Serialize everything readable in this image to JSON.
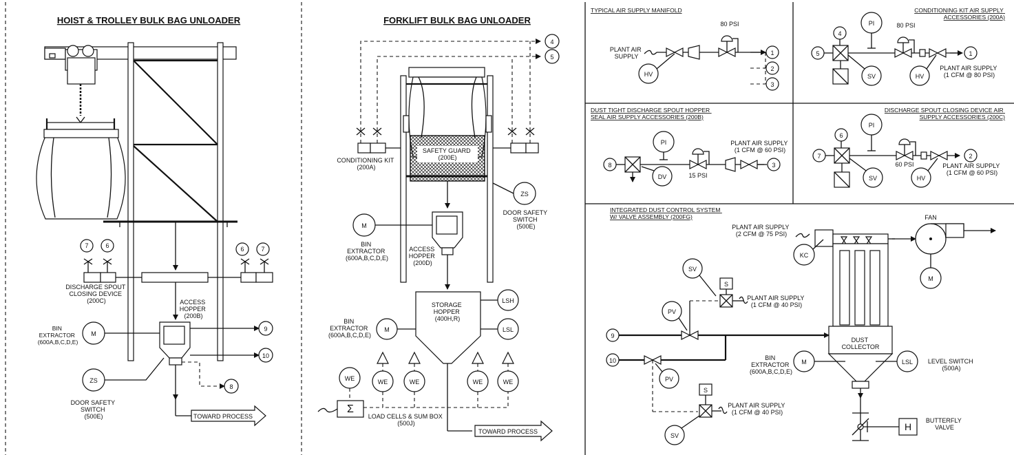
{
  "panel_hoist": {
    "title": "HOIST & TROLLEY BULK BAG UNLOADER",
    "discharge_spout": [
      "DISCHARGE SPOUT",
      "CLOSING DEVICE",
      "(200C)"
    ],
    "access_hopper": [
      "ACCESS",
      "HOPPER",
      "(200B)"
    ],
    "bin_extractor": [
      "BIN",
      "EXTRACTOR",
      "(600A,B,C,D,E)"
    ],
    "door_switch": [
      "DOOR SAFETY",
      "SWITCH",
      "(500E)"
    ],
    "toward_process": "TOWARD PROCESS",
    "symbol_m": "M",
    "symbol_zs": "ZS",
    "refs": {
      "r6a": "6",
      "r7a": "7",
      "r6b": "6",
      "r7b": "7",
      "r9": "9",
      "r10": "10",
      "r8": "8"
    }
  },
  "panel_forklift": {
    "title": "FORKLIFT BULK BAG UNLOADER",
    "safety_guard": [
      "SAFETY GUARD",
      "(200E)"
    ],
    "conditioning_kit": [
      "CONDITIONING KIT",
      "(200A)"
    ],
    "door_switch": [
      "DOOR SAFETY",
      "SWITCH",
      "(500E)"
    ],
    "bin_extractor_top": [
      "BIN",
      "EXTRACTOR",
      "(600A,B,C,D,E)"
    ],
    "access_hopper": [
      "ACCESS",
      "HOPPER",
      "(200D)"
    ],
    "storage_hopper": [
      "STORAGE",
      "HOPPER",
      "(400H,R)"
    ],
    "bin_extractor_bottom": [
      "BIN",
      "EXTRACTOR",
      "(600A,B,C,D,E)"
    ],
    "load_cells": [
      "LOAD CELLS & SUM BOX",
      "(500J)"
    ],
    "toward_process": "TOWARD PROCESS",
    "symbols": {
      "zs": "ZS",
      "m": "M",
      "lsh": "LSH",
      "lsl": "LSL",
      "we": "WE"
    },
    "refs": {
      "r4": "4",
      "r5": "5"
    }
  },
  "manifold": {
    "title": "TYPICAL AIR SUPPLY MANIFOLD",
    "plant_air": [
      "PLANT AIR",
      "SUPPLY"
    ],
    "psi": "80 PSI",
    "hv": "HV",
    "refs": [
      "1",
      "2",
      "3"
    ]
  },
  "cond_kit": {
    "title": [
      "CONDITIONING KIT AIR SUPPLY",
      "ACCESSORIES (200A)"
    ],
    "psi": "80 PSI",
    "plant_air": [
      "PLANT AIR SUPPLY",
      "(1 CFM @ 80 PSI)"
    ],
    "symbols": {
      "pi": "PI",
      "sv": "SV",
      "hv": "HV"
    },
    "refs": {
      "r4": "4",
      "r5": "5",
      "r1": "1"
    }
  },
  "dust_tight": {
    "title": [
      "DUST TIGHT DISCHARGE SPOUT HOPPER",
      "SEAL AIR SUPPLY ACCESSORIES (200B)"
    ],
    "plant_air": [
      "PLANT AIR SUPPLY",
      "(1 CFM @ 60 PSI)"
    ],
    "psi": "15 PSI",
    "symbols": {
      "pi": "PI",
      "dv": "DV"
    },
    "refs": {
      "r8": "8",
      "r3": "3"
    }
  },
  "spout_closing": {
    "title": [
      "DISCHARGE SPOUT CLOSING DEVICE AIR",
      "SUPPLY ACCESSORIES (200C)"
    ],
    "psi": "60 PSI",
    "plant_air": [
      "PLANT AIR SUPPLY",
      "(1 CFM @ 60 PSI)"
    ],
    "symbols": {
      "pi": "PI",
      "sv": "SV",
      "hv": "HV"
    },
    "refs": {
      "r6": "6",
      "r7": "7",
      "r2": "2"
    }
  },
  "dust_control": {
    "title": [
      "INTEGRATED DUST CONTROL SYSTEM",
      "W/ VALVE ASSEMBLY (200FG)"
    ],
    "plant_air_top": [
      "PLANT AIR SUPPLY",
      "(2 CFM @ 75 PSI)"
    ],
    "fan": "FAN",
    "plant_air_mid": [
      "PLANT AIR SUPPLY",
      "(1 CFM @ 40 PSI)"
    ],
    "plant_air_bot": [
      "PLANT AIR SUPPLY",
      "(1 CFM @ 40 PSI)"
    ],
    "dust_collector": [
      "DUST",
      "COLLECTOR"
    ],
    "bin_extractor": [
      "BIN",
      "EXTRACTOR",
      "(600A,B,C,D,E)"
    ],
    "level_switch": [
      "LEVEL SWITCH",
      "(500A)"
    ],
    "butterfly": [
      "BUTTERFLY",
      "VALVE"
    ],
    "symbols": {
      "kc": "KC",
      "m": "M",
      "sv": "SV",
      "s": "S",
      "pv": "PV",
      "lsl": "LSL",
      "h": "H"
    },
    "refs": {
      "r9": "9",
      "r10": "10"
    }
  }
}
